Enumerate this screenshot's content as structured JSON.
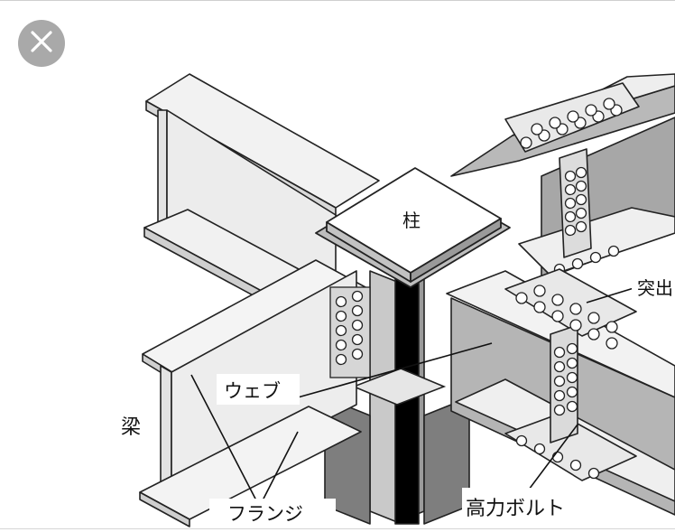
{
  "viewer": {
    "close_icon": "close-icon",
    "colors": {
      "close_bg": "#a9a9a9",
      "steel_light": "#efefef",
      "steel_mid": "#bdbdbd",
      "steel_dark": "#8e8e8e",
      "column_core": "#000000"
    }
  },
  "diagram": {
    "labels": {
      "column": "柱",
      "beam": "梁",
      "web": "ウェブ",
      "flange": "フランジ",
      "bolt": "高力ボルト",
      "protrusion": "突出"
    }
  }
}
